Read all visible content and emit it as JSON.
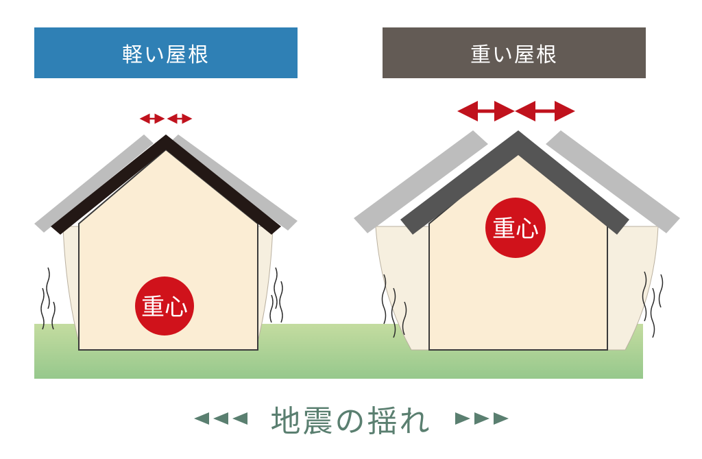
{
  "titles": {
    "light": "軽い屋根",
    "heavy": "重い屋根"
  },
  "center_of_gravity_label": "重心",
  "caption": "地震の揺れ",
  "colors": {
    "light_title_bg": "#2f80b5",
    "heavy_title_bg": "#635b55",
    "house_wall": "#fbedd4",
    "ghost_wall": "#f6efdf",
    "light_roof": "#231815",
    "heavy_roof": "#555555",
    "ghost_roof": "#bdbdbd",
    "ground_top": "#c4dca0",
    "ground_bottom": "#96c88c",
    "cog_circle": "#d0121b",
    "arrow_red": "#c0121d",
    "caption_text": "#5a7f70"
  }
}
